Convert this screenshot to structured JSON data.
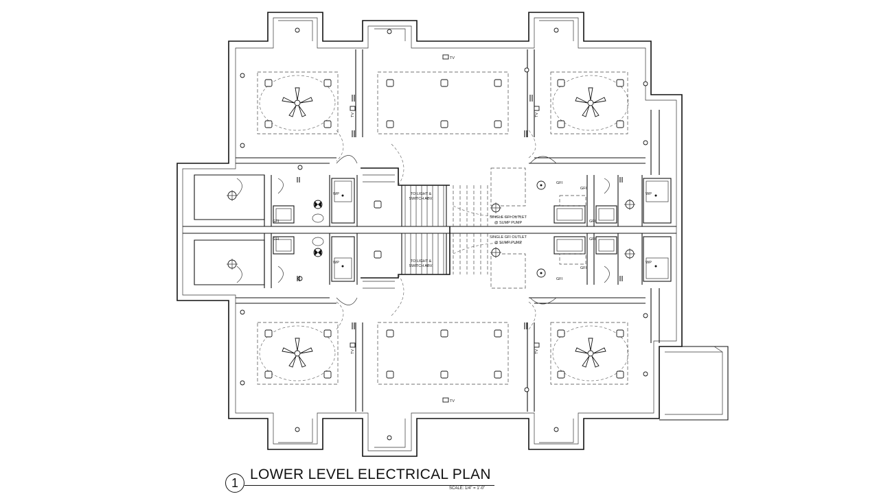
{
  "drawing": {
    "number": "1",
    "title": "LOWER LEVEL ELECTRICAL PLAN",
    "scale": "SCALE: 1/4\" = 1'-0\""
  },
  "labels": {
    "tv": "TV",
    "gfi": "GFI",
    "wp": "WP",
    "to_light_1": "TO LIGHT &",
    "to_light_2": "SWITCH ABV.",
    "sump_1": "SINGLE GFI OUTLET",
    "sump_2": "@ SUMP PUMP"
  },
  "colors": {
    "line": "#111111",
    "background": "#ffffff"
  },
  "icons": [
    "ceiling-fan-icon",
    "recessed-light-icon",
    "outlet-icon",
    "smoke-detector-icon",
    "exhaust-fan-icon",
    "switch-icon"
  ]
}
